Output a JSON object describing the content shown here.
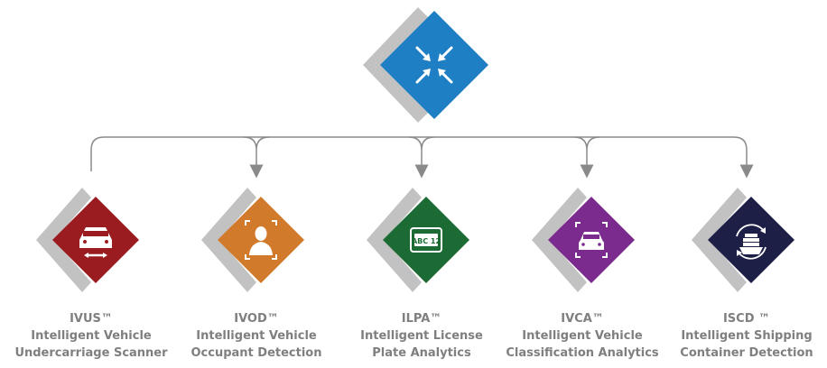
{
  "colors": {
    "chevron": "#c2c2c2",
    "connector": "#8a8a8a",
    "label_text": "#7f7f7f",
    "root": "#1f7fc4"
  },
  "root": {
    "icon": "compress-arrows-icon",
    "color": "#1f7fc4"
  },
  "products": [
    {
      "code": "IVUS™",
      "line1": "Intelligent Vehicle",
      "line2": "Undercarriage Scanner",
      "color": "#9b1c20",
      "icon": "car-undercarriage-icon"
    },
    {
      "code": "IVOD™",
      "line1": "Intelligent Vehicle",
      "line2": "Occupant Detection",
      "color": "#d27a2c",
      "icon": "person-detection-icon"
    },
    {
      "code": "ILPA™",
      "line1": "Intelligent License",
      "line2": "Plate Analytics",
      "color": "#1c6b34",
      "icon": "license-plate-icon",
      "plate_text": "ABC 12"
    },
    {
      "code": "IVCA™",
      "line1": "Intelligent Vehicle",
      "line2": "Classification Analytics",
      "color": "#7b2a8e",
      "icon": "car-classification-icon"
    },
    {
      "code": "ISCD ™",
      "line1": "Intelligent Shipping",
      "line2": "Container Detection",
      "color": "#1d1f46",
      "icon": "cargo-ship-icon"
    }
  ]
}
